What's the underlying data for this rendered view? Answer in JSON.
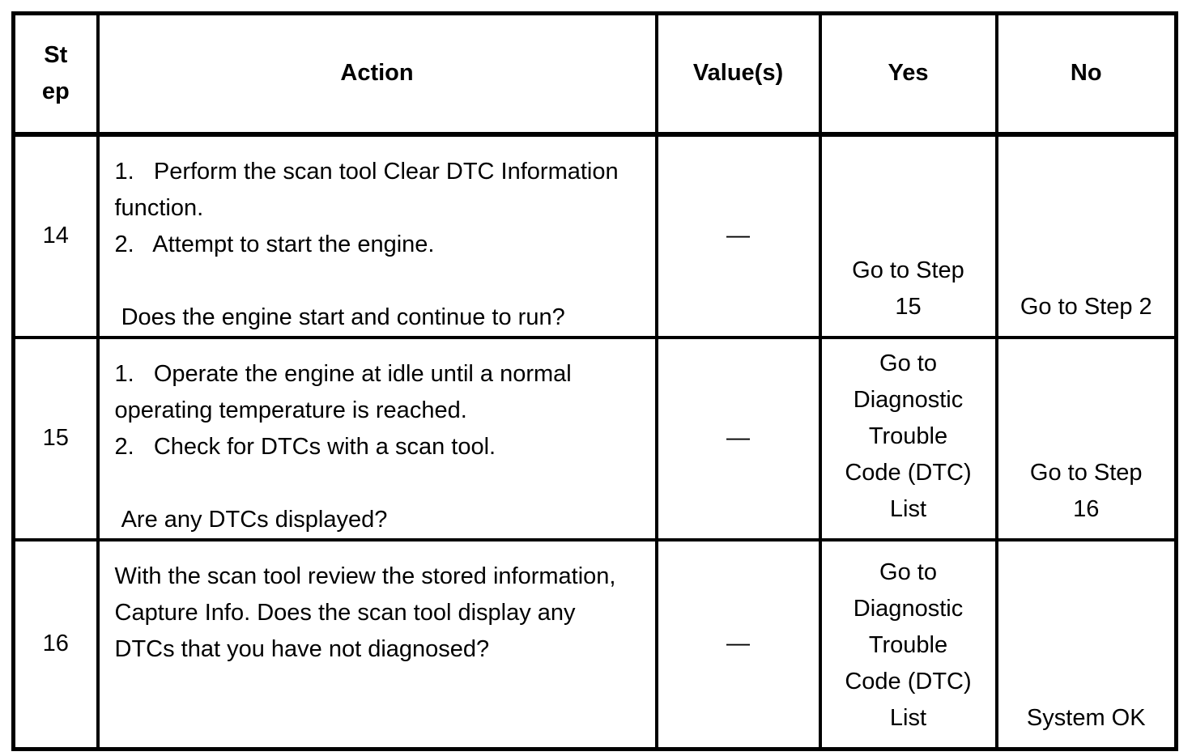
{
  "table": {
    "headers": {
      "step": "St\nep",
      "action": "Action",
      "values": "Value(s)",
      "yes": "Yes",
      "no": "No"
    },
    "rows": [
      {
        "step": "14",
        "action": "1.   Perform the scan tool Clear DTC Information\nfunction.\n2.   Attempt to start the engine.\n\n Does the engine start and continue to run?",
        "values": "—",
        "yes": "Go to Step\n15",
        "no": "Go to Step 2"
      },
      {
        "step": "15",
        "action": "1.   Operate the engine at idle until a normal\noperating temperature is reached.\n2.   Check for DTCs with a scan tool.\n\n Are any DTCs displayed?",
        "values": "—",
        "yes": "Go to\nDiagnostic\nTrouble\nCode (DTC)\nList",
        "no": "Go to Step\n16"
      },
      {
        "step": "16",
        "action": "With the scan tool review the stored information,\nCapture Info. Does the scan tool display any\nDTCs that you have not diagnosed?",
        "values": "—",
        "yes": "Go to\nDiagnostic\nTrouble\nCode (DTC)\nList",
        "no": "System OK"
      }
    ]
  }
}
